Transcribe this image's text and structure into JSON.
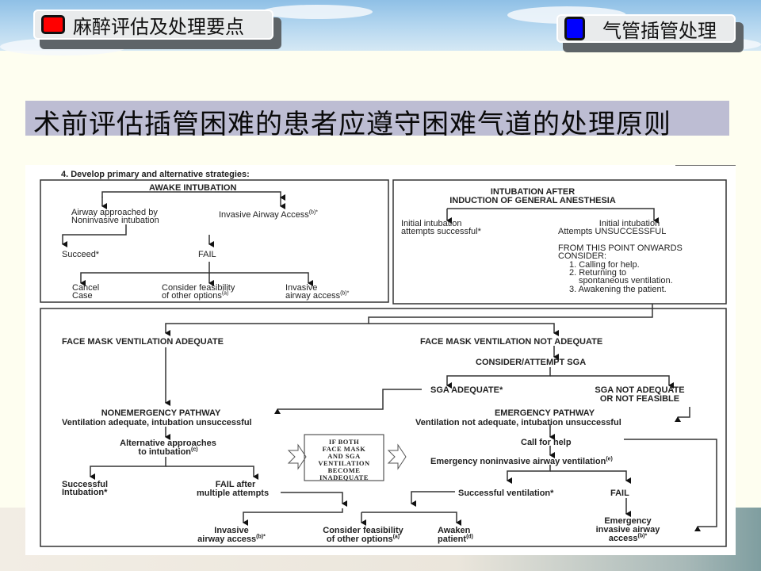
{
  "header": {
    "left_tab": {
      "label": "麻醉评估及处理要点",
      "swatch_color": "#ff0000"
    },
    "right_tab": {
      "label": "气管插管处理",
      "swatch_color": "#0000ff"
    }
  },
  "slide_title": "术前评估插管困难的患者应遵守困难气道的处理原则",
  "diagram": {
    "heading": "4.  Develop primary and alternative strategies:",
    "awake": {
      "title": "AWAKE INTUBATION",
      "noninvasive": [
        "Airway approached by",
        "Noninvasive intubation"
      ],
      "invasive_access": "Invasive Airway Access",
      "invasive_access_sup": "(b)*",
      "succeed": "Succeed*",
      "fail": "FAIL",
      "cancel": [
        "Cancel",
        "Case"
      ],
      "consider": [
        "Consider feasibility",
        "of other options"
      ],
      "consider_sup": "(a)",
      "invasive2": [
        "Invasive",
        "airway access"
      ],
      "invasive2_sup": "(b)*"
    },
    "induction": {
      "title": [
        "INTUBATION AFTER",
        "INDUCTION OF GENERAL ANESTHESIA"
      ],
      "success": [
        "Initial intubation",
        "attempts successful*"
      ],
      "unsuccess": [
        "Initial intubation",
        "Attempts UNSUCCESSFUL"
      ],
      "consider": [
        "FROM THIS POINT ONWARDS",
        "CONSIDER:",
        "1. Calling for help.",
        "2. Returning to",
        "spontaneous ventilation.",
        "3. Awakening the patient."
      ]
    },
    "lower": {
      "fmv_adequate": "FACE MASK VENTILATION ADEQUATE",
      "fmv_not_adequate": "FACE MASK VENTILATION NOT ADEQUATE",
      "consider_sga": "CONSIDER/ATTEMPT SGA",
      "sga_adequate": "SGA ADEQUATE*",
      "sga_not_adequate": [
        "SGA NOT ADEQUATE",
        "OR NOT FEASIBLE"
      ],
      "nonemergency": [
        "NONEMERGENCY PATHWAY",
        "Ventilation adequate, intubation unsuccessful"
      ],
      "emergency": [
        "EMERGENCY PATHWAY",
        "Ventilation not adequate, intubation unsuccessful"
      ],
      "alternative": [
        "Alternative approaches",
        "to intubation"
      ],
      "alternative_sup": "(c)",
      "if_both": [
        "IF BOTH",
        "FACE MASK",
        "AND SGA",
        "VENTILATION",
        "BECOME",
        "INADEQUATE"
      ],
      "call_help": "Call for help",
      "emergency_noninvasive": "Emergency noninvasive airway ventilation",
      "emergency_noninvasive_sup": "(e)",
      "successful_intubation": [
        "Successful",
        "Intubation*"
      ],
      "fail_multiple": [
        "FAIL after",
        "multiple attempts"
      ],
      "successful_ventilation": "Successful ventilation*",
      "fail": "FAIL",
      "invasive": [
        "Invasive",
        "airway access"
      ],
      "invasive_sup": "(b)*",
      "consider": [
        "Consider feasibility",
        "of other options"
      ],
      "consider_sup": "(a)",
      "awaken": [
        "Awaken",
        "patient"
      ],
      "awaken_sup": "(d)",
      "emergency_invasive": [
        "Emergency",
        "invasive airway",
        "access"
      ],
      "emergency_invasive_sup": "(b)*"
    }
  }
}
